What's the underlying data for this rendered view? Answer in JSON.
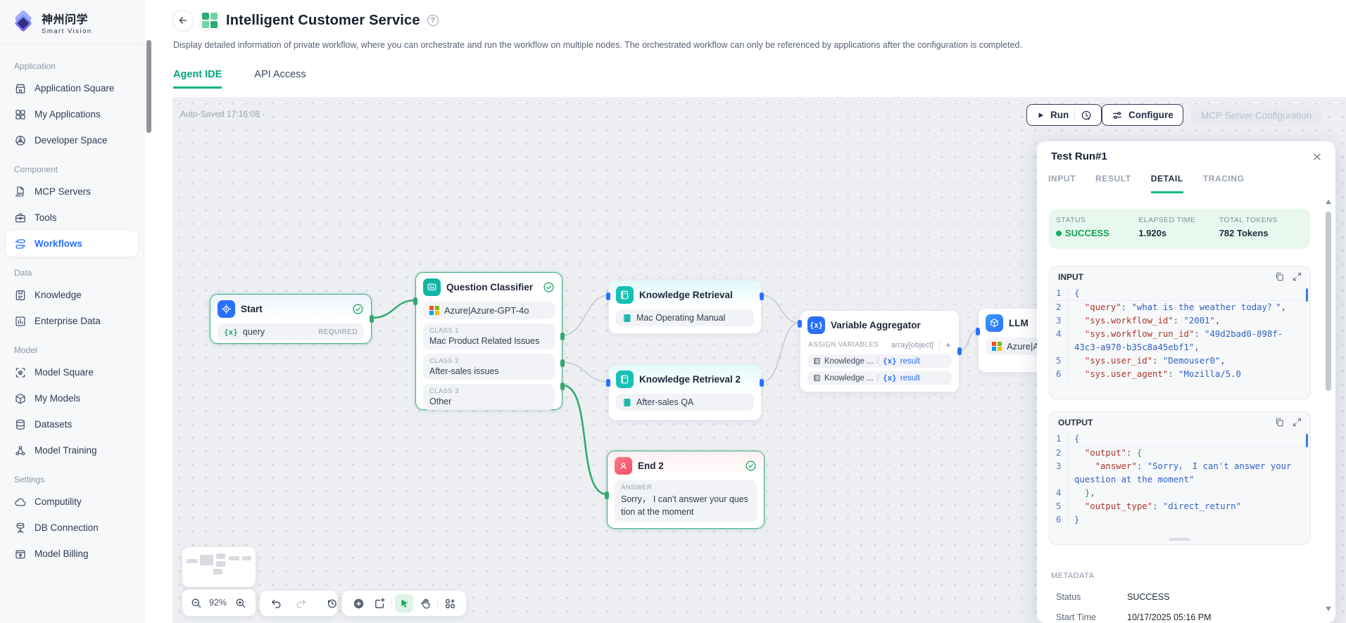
{
  "logo": {
    "title": "神州问学",
    "subtitle": "Smart Vision"
  },
  "sidebar": {
    "sections": [
      {
        "label": "Application",
        "items": [
          {
            "label": "Application Square",
            "icon": "storefront"
          },
          {
            "label": "My Applications",
            "icon": "grid"
          },
          {
            "label": "Developer Space",
            "icon": "dev-space"
          }
        ]
      },
      {
        "label": "Component",
        "items": [
          {
            "label": "MCP Servers",
            "icon": "mcp"
          },
          {
            "label": "Tools",
            "icon": "toolbox"
          },
          {
            "label": "Workflows",
            "icon": "workflow",
            "active": true
          }
        ]
      },
      {
        "label": "Data",
        "items": [
          {
            "label": "Knowledge",
            "icon": "knowledge"
          },
          {
            "label": "Enterprise Data",
            "icon": "enterprise-data"
          }
        ]
      },
      {
        "label": "Model",
        "items": [
          {
            "label": "Model Square",
            "icon": "model-square"
          },
          {
            "label": "My Models",
            "icon": "cube"
          },
          {
            "label": "Datasets",
            "icon": "database"
          },
          {
            "label": "Model Training",
            "icon": "training"
          }
        ]
      },
      {
        "label": "Settings",
        "items": [
          {
            "label": "Computility",
            "icon": "cloud"
          },
          {
            "label": "DB Connection",
            "icon": "db-connection"
          },
          {
            "label": "Model Billing",
            "icon": "billing"
          }
        ]
      }
    ]
  },
  "header": {
    "title": "Intelligent Customer Service",
    "subtitle": "Display detailed information of private workflow, where you can orchestrate and run the workflow on multiple nodes. The orchestrated workflow can only be referenced by applications after the configuration is completed.",
    "tabs": [
      {
        "label": "Agent IDE",
        "active": true
      },
      {
        "label": "API Access",
        "active": false
      }
    ]
  },
  "canvas": {
    "autosave": "Auto-Saved 17:16:08 ·",
    "run_label": "Run",
    "configure_label": "Configure",
    "mcp_label": "MCP Server Configuration",
    "zoom_level": "92%"
  },
  "nodes": {
    "start": {
      "title": "Start",
      "variable": "query",
      "tag": "REQUIRED"
    },
    "classifier": {
      "title": "Question Classifier",
      "model": "Azure|Azure-GPT-4o",
      "classes": [
        {
          "label": "CLASS 1",
          "text": "Mac Product Related Issues"
        },
        {
          "label": "CLASS 2",
          "text": "After-sales issues"
        },
        {
          "label": "CLASS 3",
          "text": "Other"
        }
      ]
    },
    "retrieval1": {
      "title": "Knowledge Retrieval",
      "item": "Mac Operating Manual"
    },
    "retrieval2": {
      "title": "Knowledge Retrieval 2",
      "item": "After-sales QA"
    },
    "aggregator": {
      "title": "Variable Aggregator",
      "section_label": "ASSIGN VARIABLES",
      "type_label": "array[object]",
      "plus_label": "+",
      "rows": [
        {
          "source": "Knowledge ...",
          "variable": "result"
        },
        {
          "source": "Knowledge ...",
          "variable": "result"
        }
      ]
    },
    "end2": {
      "title": "End 2",
      "label": "ANSWER",
      "text": "Sorry， I can't answer your question at the moment"
    },
    "llm": {
      "title": "LLM",
      "model": "Azure|Az"
    }
  },
  "panel": {
    "title": "Test Run#1",
    "tabs": [
      {
        "label": "INPUT",
        "active": false
      },
      {
        "label": "RESULT",
        "active": false
      },
      {
        "label": "DETAIL",
        "active": true
      },
      {
        "label": "TRACING",
        "active": false
      }
    ],
    "stats": [
      {
        "label": "STATUS",
        "value": "SUCCESS",
        "status": true
      },
      {
        "label": "ELAPSED TIME",
        "value": "1.920s"
      },
      {
        "label": "TOTAL TOKENS",
        "value": "782 Tokens"
      }
    ],
    "input_block": {
      "title": "INPUT",
      "lines": [
        {
          "n": 1,
          "segs": [
            [
              "b0",
              "{"
            ]
          ]
        },
        {
          "n": 2,
          "segs": [
            [
              "p",
              "  "
            ],
            [
              "k",
              "\"query\""
            ],
            [
              "p",
              ": "
            ],
            [
              "s",
              "\"what is the weather today？\""
            ],
            [
              "p",
              ","
            ]
          ]
        },
        {
          "n": 3,
          "segs": [
            [
              "p",
              "  "
            ],
            [
              "k",
              "\"sys.workflow_id\""
            ],
            [
              "p",
              ": "
            ],
            [
              "s",
              "\"2001\""
            ],
            [
              "p",
              ","
            ]
          ]
        },
        {
          "n": 4,
          "segs": [
            [
              "p",
              "  "
            ],
            [
              "k",
              "\"sys.workflow_run_id\""
            ],
            [
              "p",
              ": "
            ],
            [
              "s",
              "\"49d2bad0-898f-43c3-a970-b35c8a45ebf1\""
            ],
            [
              "p",
              ","
            ]
          ]
        },
        {
          "n": 5,
          "segs": [
            [
              "p",
              "  "
            ],
            [
              "k",
              "\"sys.user_id\""
            ],
            [
              "p",
              ": "
            ],
            [
              "s",
              "\"Demouser0\""
            ],
            [
              "p",
              ","
            ]
          ]
        },
        {
          "n": 6,
          "segs": [
            [
              "p",
              "  "
            ],
            [
              "k",
              "\"sys.user_agent\""
            ],
            [
              "p",
              ": "
            ],
            [
              "s",
              "\"Mozilla/5.0"
            ]
          ]
        }
      ]
    },
    "output_block": {
      "title": "OUTPUT",
      "lines": [
        {
          "n": 1,
          "segs": [
            [
              "b0",
              "{"
            ]
          ]
        },
        {
          "n": 2,
          "segs": [
            [
              "p",
              "  "
            ],
            [
              "k",
              "\"output\""
            ],
            [
              "p",
              ": "
            ],
            [
              "b1",
              "{"
            ]
          ]
        },
        {
          "n": 3,
          "segs": [
            [
              "p",
              "    "
            ],
            [
              "k",
              "\"answer\""
            ],
            [
              "p",
              ": "
            ],
            [
              "s",
              "\"Sorry， I can't answer your question at the moment\""
            ]
          ]
        },
        {
          "n": 4,
          "segs": [
            [
              "p",
              "  "
            ],
            [
              "b1",
              "}"
            ],
            [
              "p",
              ","
            ]
          ]
        },
        {
          "n": 5,
          "segs": [
            [
              "p",
              "  "
            ],
            [
              "k",
              "\"output_type\""
            ],
            [
              "p",
              ": "
            ],
            [
              "s",
              "\"direct_return\""
            ]
          ]
        },
        {
          "n": 6,
          "segs": [
            [
              "b0",
              "}"
            ]
          ]
        }
      ]
    },
    "metadata": {
      "title": "METADATA",
      "rows": [
        {
          "label": "Status",
          "value": "SUCCESS"
        },
        {
          "label": "Start Time",
          "value": "10/17/2025 05:16 PM"
        }
      ]
    }
  },
  "colors": {
    "accent_blue": "#2970ff",
    "brand_green": "#00a87c",
    "success_green": "#12a150",
    "node_teal": "#14b8ac",
    "node_red": "#f4586b",
    "edge_active": "#2faa6e",
    "edge_idle": "#c7ccd4",
    "code_key": "#ad352a",
    "code_string": "#2f62c4",
    "ms_logo": [
      "#f25022",
      "#7fba00",
      "#00a4ef",
      "#ffb900"
    ]
  }
}
